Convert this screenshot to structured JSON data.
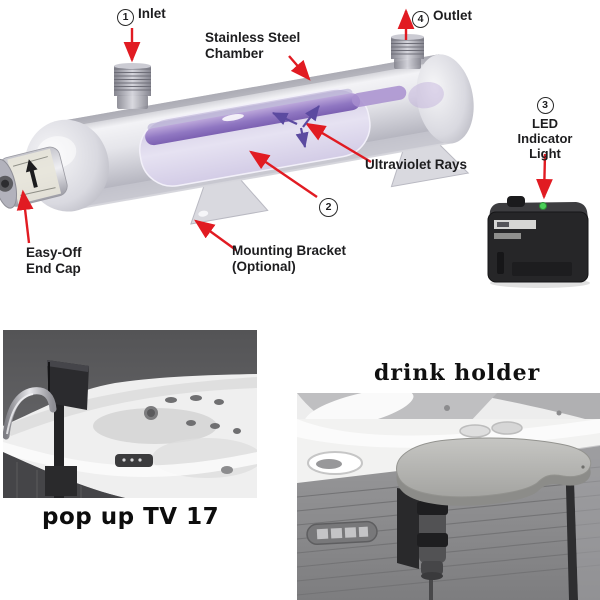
{
  "diagram": {
    "inlet": {
      "num": "1",
      "label": "Inlet"
    },
    "outlet": {
      "num": "4",
      "label": "Outlet"
    },
    "chamber": {
      "line1": "Stainless Steel",
      "line2": "Chamber"
    },
    "uv": {
      "label": "Ultraviolet Rays"
    },
    "lamp": {
      "num": "2"
    },
    "led": {
      "num": "3",
      "line1": "LED",
      "line2": "Indicator",
      "line3": "Light"
    },
    "bracket": {
      "line1": "Mounting Bracket",
      "line2": "(Optional)"
    },
    "endcap": {
      "line1": "Easy-Off",
      "line2": "End Cap"
    },
    "colors": {
      "arrow_red": "#e11b22",
      "uv_purple": "#5b4aa0",
      "lamp_purple": "#8a68b8",
      "label_text": "#1d1d1f"
    }
  },
  "photos": {
    "tv_caption": "pop up TV 17",
    "drink_caption": "drink holder"
  }
}
